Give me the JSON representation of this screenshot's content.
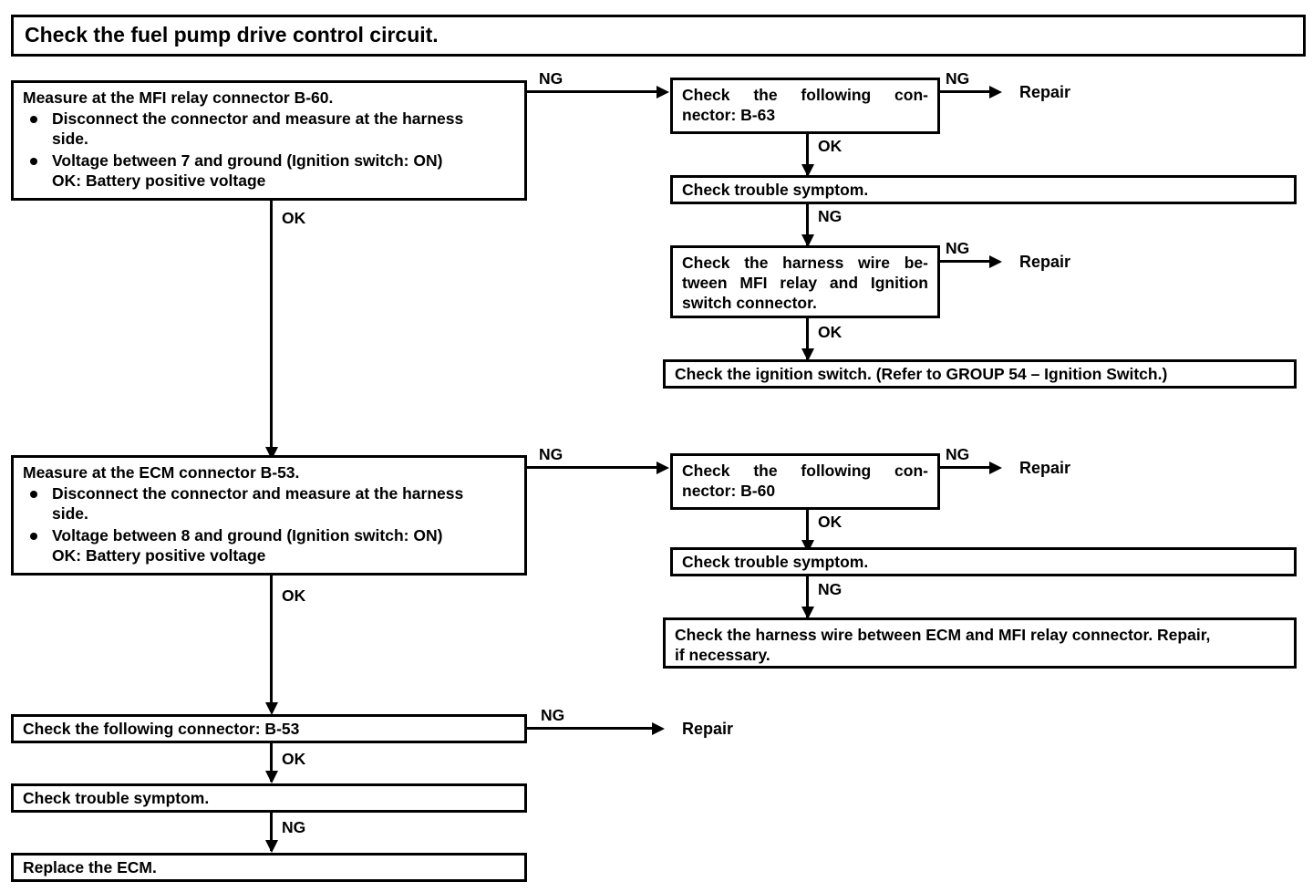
{
  "diagram": {
    "type": "troubleshooting-flowchart",
    "title": "Check the fuel pump drive control circuit.",
    "labels": {
      "ok": "OK",
      "ng": "NG",
      "repair": "Repair"
    },
    "nodes": {
      "title_box": {
        "text": "Check the fuel pump drive control circuit."
      },
      "measure_mfi": {
        "heading": "Measure at the MFI relay connector B-60.",
        "bullets": [
          "Disconnect the connector and measure at the harness side.",
          "Voltage between 7 and ground (Ignition switch: ON)"
        ],
        "bullet1_line1": "Disconnect the connector and measure at the harness",
        "bullet1_line2": "side.",
        "bullet2_line1": "Voltage between 7 and ground (Ignition switch: ON)",
        "bullet2_sub": "OK: Battery positive voltage"
      },
      "check_conn_b63": {
        "line1": "Check the following con-",
        "line2": "nector: B-63",
        "text": "Check the following connector: B-63"
      },
      "check_symptom_1": {
        "text": "Check trouble symptom."
      },
      "check_harness_mfi_ign": {
        "line1": "Check the harness wire be-",
        "line2": "tween MFI relay and Ignition",
        "line3": "switch connector.",
        "text": "Check the harness wire between MFI relay and Ignition switch connector."
      },
      "check_ignition_switch": {
        "text": "Check the ignition switch. (Refer to GROUP 54 – Ignition Switch.)"
      },
      "measure_ecm": {
        "heading": "Measure at the ECM connector B-53.",
        "bullets": [
          "Disconnect the connector and measure at the harness side.",
          "Voltage between 8 and ground (Ignition switch: ON)"
        ],
        "bullet1_line1": "Disconnect the connector and measure at the harness",
        "bullet1_line2": "side.",
        "bullet2_line1": "Voltage between 8 and ground (Ignition switch: ON)",
        "bullet2_sub": "OK: Battery positive voltage"
      },
      "check_conn_b60": {
        "line1": "Check the following con-",
        "line2": "nector: B-60",
        "text": "Check the following connector: B-60"
      },
      "check_symptom_2": {
        "text": "Check trouble symptom."
      },
      "check_harness_ecm_mfi": {
        "line1": "Check the harness wire between ECM and MFI relay connector. Repair,",
        "line2": "if necessary.",
        "text": "Check the harness wire between ECM and MFI relay connector. Repair, if necessary."
      },
      "check_conn_b53": {
        "text": "Check the following connector: B-53"
      },
      "check_symptom_3": {
        "text": "Check trouble symptom."
      },
      "replace_ecm": {
        "text": "Replace the ECM."
      }
    },
    "terminals": {
      "repair_1": "Repair",
      "repair_2": "Repair",
      "repair_3": "Repair",
      "repair_4": "Repair"
    },
    "edges": {
      "mfi_to_b63": "NG",
      "mfi_to_ecm": "OK",
      "b63_to_repair": "NG",
      "b63_to_symptom1": "OK",
      "symptom1_to_harness": "NG",
      "harness_to_repair": "NG",
      "harness_to_ignition": "OK",
      "ecm_to_b60": "NG",
      "ecm_to_b53conn": "OK",
      "b60_to_repair": "NG",
      "b60_to_symptom2": "OK",
      "symptom2_to_harness2": "NG",
      "b53conn_to_repair": "NG",
      "b53conn_to_symptom3": "OK",
      "symptom3_to_replace": "NG"
    },
    "colors": {
      "line": "#000000",
      "background": "#ffffff",
      "text": "#000000"
    }
  }
}
